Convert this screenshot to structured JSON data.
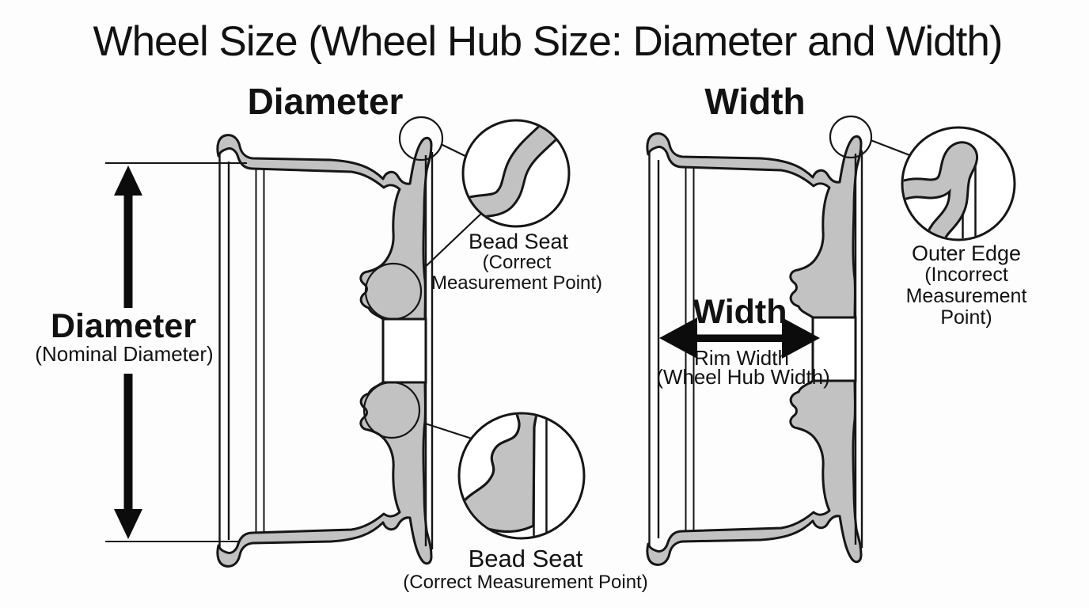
{
  "title": "Wheel Size (Wheel Hub Size: Diameter and Width)",
  "colors": {
    "metal_fill": "#c2c2c2",
    "outline": "#161616",
    "arrow": "#0c0c0c",
    "background": "#fdfdfd"
  },
  "diameter_section": {
    "heading": "Diameter",
    "dimension_label": "Diameter",
    "dimension_sublabel": "(Nominal Diameter)",
    "callout_top": {
      "title": "Bead Seat",
      "note": "(Correct\nMeasurement Point)"
    },
    "callout_bottom": {
      "title": "Bead Seat",
      "note": "(Correct Measurement Point)"
    }
  },
  "width_section": {
    "heading": "Width",
    "dimension_label": "Width",
    "dimension_sublabel1": "Rim Width",
    "dimension_sublabel2": "(Wheel Hub Width)",
    "callout": {
      "title": "Outer Edge",
      "note": "(Incorrect\nMeasurement Point)"
    }
  }
}
